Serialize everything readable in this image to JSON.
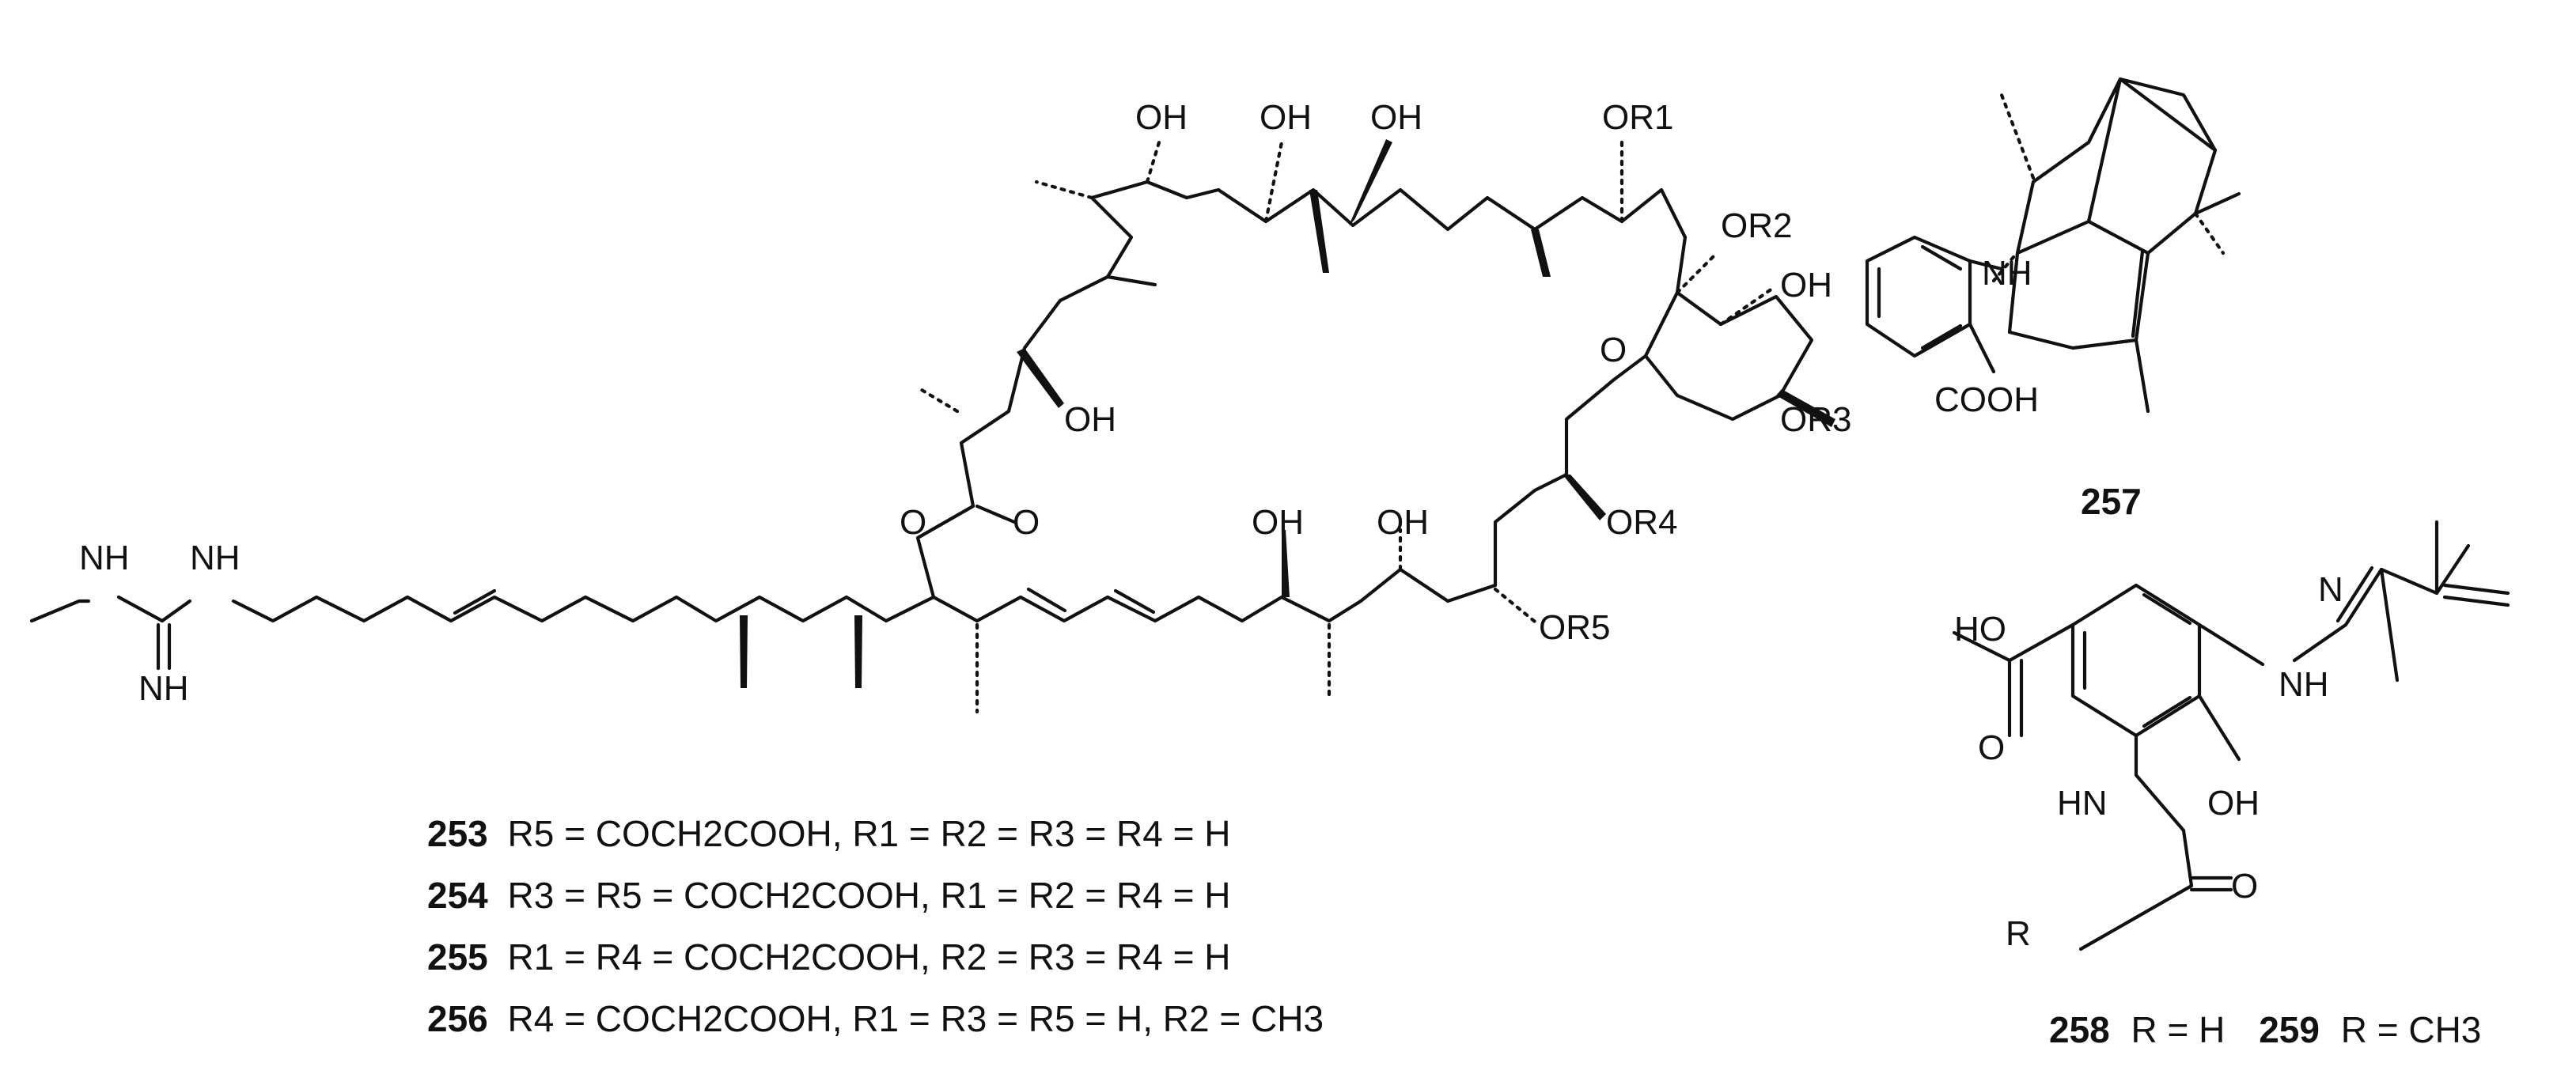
{
  "figure": {
    "compounds": [
      {
        "id": "253",
        "captions": [
          "R5 = COCH2COOH, R1 = R2 = R3 = R4 = H"
        ]
      },
      {
        "id": "254",
        "captions": [
          "R3 = R5 = COCH2COOH, R1 = R2 = R4 = H"
        ]
      },
      {
        "id": "255",
        "captions": [
          "R1 = R4 = COCH2COOH, R2 = R3 = R4 = H"
        ]
      },
      {
        "id": "256",
        "captions": [
          "R4 = COCH2COOH, R1 = R3 = R5 = H, R2 = CH3"
        ]
      },
      {
        "id": "257",
        "captions": []
      },
      {
        "id": "258",
        "captions": [
          "R = H"
        ]
      },
      {
        "id": "259",
        "captions": [
          "R = CH3"
        ]
      }
    ],
    "atom_labels": {
      "macrolide": [
        "OH",
        "OH",
        "OH",
        "OR1",
        "OR2",
        "OH",
        "O",
        "OH",
        "OR3",
        "O",
        "O",
        "OH",
        "OH",
        "OR4",
        "OR5",
        "NH",
        "NH",
        "NH"
      ],
      "compound_257": [
        "NH",
        "COOH"
      ],
      "compound_258_259": [
        "HO",
        "O",
        "N",
        "NH",
        "OH",
        "HN",
        "O",
        "R"
      ]
    }
  }
}
